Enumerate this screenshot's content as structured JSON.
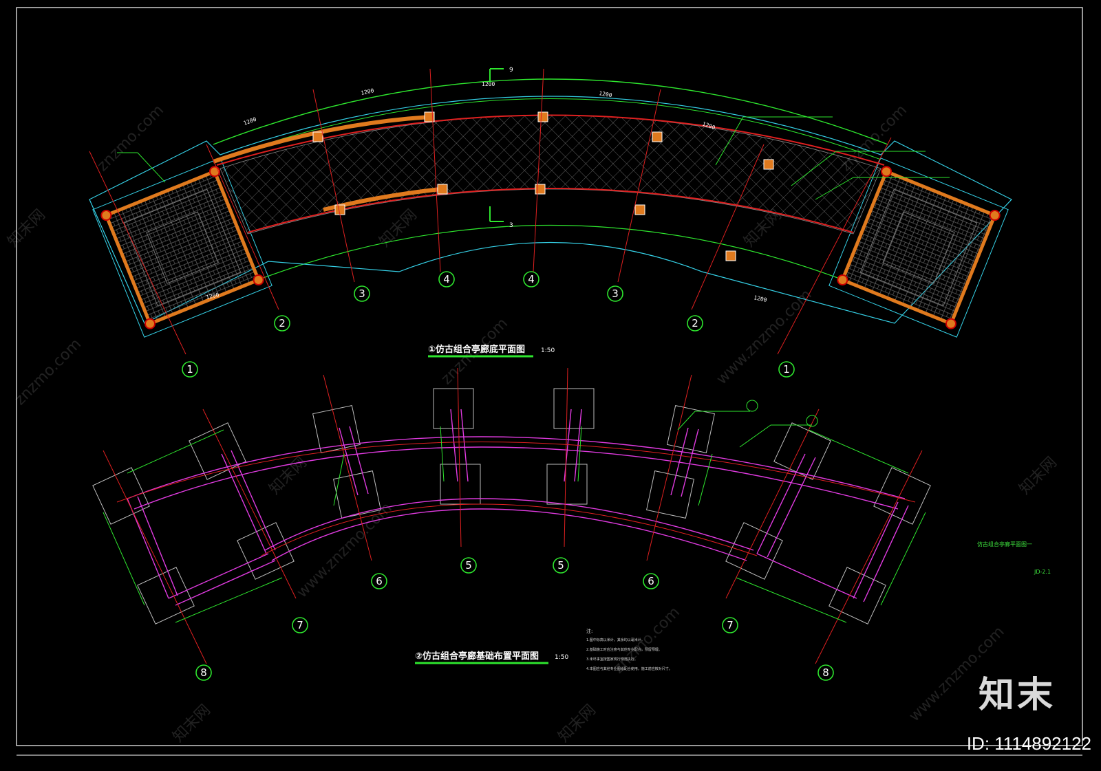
{
  "drawing": {
    "plan1_title": "①仿古组合亭廊底平面图",
    "plan1_scale": "1:50",
    "plan2_title": "②仿古组合亭廊基础布置平面图",
    "plan2_scale": "1:50",
    "section_marks": [
      "9",
      "3"
    ],
    "side_title": "仿古组合亭廊平面图一",
    "side_code": "JD-2.1",
    "notes_heading": "注:",
    "notes": [
      "1.图中标高以米计，其余均以毫米计。",
      "2.基础施工时应注意与其他专业配合，预留预埋。",
      "3.未尽事宜按国家现行规范执行。",
      "4.本图应与其他专业图纸配合使用，施工前应核对尺寸。"
    ]
  },
  "axes_plan1": [
    "1",
    "2",
    "3",
    "4",
    "4",
    "3",
    "2",
    "1"
  ],
  "axes_plan2": [
    "8",
    "7",
    "6",
    "5",
    "5",
    "6",
    "7",
    "8"
  ],
  "watermark": {
    "site": "znzmo.com",
    "site_full": "www.znzmo.com",
    "cn": "知末网"
  },
  "brand": "知末",
  "image_id": "ID: 1114892122",
  "colors": {
    "background": "#000000",
    "frame": "#ffffff",
    "dimension": "#2ee62e",
    "outline": "#35d0e6",
    "axis": "#e02020",
    "orange": "#e07a1e",
    "magenta": "#e13be1",
    "hatch": "#8a8a8a",
    "footing": "#bdbdbd"
  }
}
